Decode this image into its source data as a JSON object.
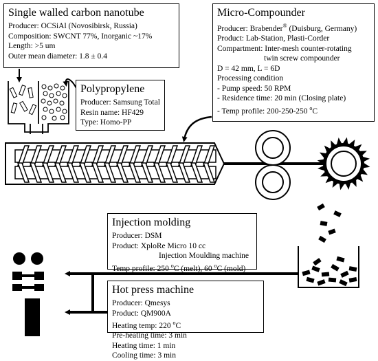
{
  "cnt": {
    "title": "Single walled carbon nanotube",
    "lines": [
      "Producer: OCSiAl (Novosibirsk, Russia)",
      "Composition: SWCNT 77%, Inorganic ~17%",
      "Length: >5 um",
      "Outer mean diameter: 1.8 ± 0.4"
    ]
  },
  "pp": {
    "title": "Polypropylene",
    "lines": [
      "Producer: Samsung Total",
      "Resin name: HF429",
      "Type: Homo-PP"
    ]
  },
  "micro": {
    "title": "Micro-Compounder",
    "producer_prefix": "Producer: Brabender",
    "producer_sup": "®",
    "producer_suffix": " (Duisburg, Germany)",
    "product": "Product: Lab-Station, Plasti-Corder",
    "compartment": "Compartment: Inter-mesh counter-rotating",
    "compartment2": "twin screw compounder",
    "dims": "D = 42 mm, L = 6D",
    "processing": "Processing condition",
    "pump": " - Pump speed: 50 RPM",
    "residence": " - Residence time: 20 min (Closing plate)",
    "temp_prefix": " - Temp profile: 200-250-250 ",
    "temp_sup": "o",
    "temp_suffix": "C"
  },
  "injection": {
    "title": "Injection molding",
    "producer": "Producer: DSM",
    "product": "Product: XploRe Micro 10 cc",
    "product2": "Injection Moulding machine",
    "temp_a": "Temp profile: 250 ",
    "temp_sup1": "o",
    "temp_b": "C (melt), 60 ",
    "temp_sup2": "o",
    "temp_c": "C (mold)"
  },
  "hotpress": {
    "title": "Hot press machine",
    "producer": "Producer: Qmesys",
    "product": "Product: QM900A",
    "heat_temp_a": "Heating temp: 220 ",
    "heat_temp_sup": "o",
    "heat_temp_b": "C",
    "preheat": "Pre-heating time: 3 min",
    "heating": "Heating time: 1 min",
    "cooling": "Cooling time: 3 min"
  }
}
